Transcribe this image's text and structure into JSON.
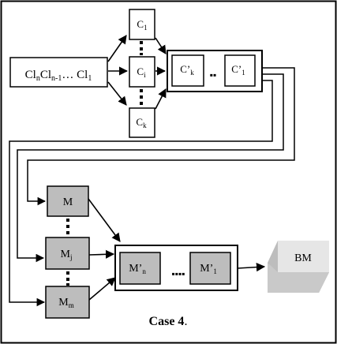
{
  "source_box": {
    "parts": [
      "Cl",
      "n",
      "Cl",
      "n-1",
      "… Cl",
      "1"
    ]
  },
  "c_nodes": [
    {
      "main": "C",
      "sub": "1"
    },
    {
      "main": "C",
      "sub": "i"
    },
    {
      "main": "C",
      "sub": "k"
    }
  ],
  "c_prime_group": {
    "left": {
      "main": "C’",
      "sub": "k"
    },
    "dots": "▪▪",
    "right": {
      "main": "C’",
      "sub": "1"
    }
  },
  "m_nodes": [
    {
      "main": "M",
      "sub": ""
    },
    {
      "main": "M",
      "sub": "j"
    },
    {
      "main": "M",
      "sub": "m"
    }
  ],
  "m_prime_group": {
    "left": {
      "main": "M’",
      "sub": "n"
    },
    "dots": "▪▪▪▪",
    "right": {
      "main": "M’",
      "sub": "1"
    }
  },
  "bm_block": {
    "label": "BM"
  },
  "caption": {
    "bold": "Case 4",
    "rest": "."
  },
  "colors": {
    "line": "#000000",
    "node_fill_gray": "#bdbdbd",
    "bm_front": "#c9c9c9",
    "bm_top": "#e6e6e6",
    "bm_side": "#a9a9a9"
  }
}
